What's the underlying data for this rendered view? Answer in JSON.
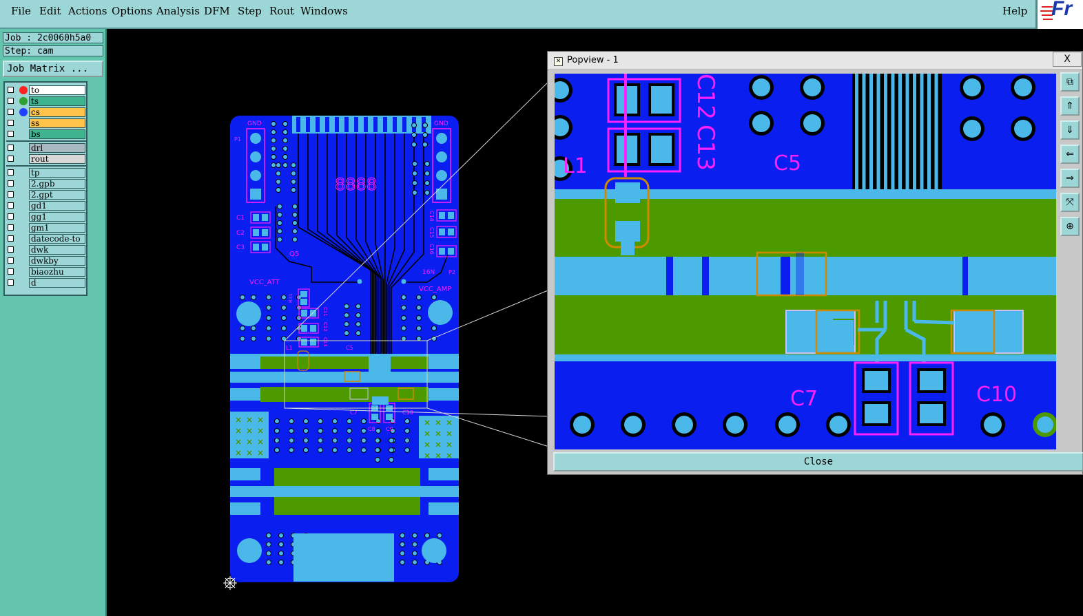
{
  "menubar": {
    "items": [
      "File",
      "Edit",
      "Actions",
      "Options",
      "Analysis",
      "DFM",
      "Step",
      "Rout",
      "Windows"
    ],
    "help": "Help",
    "logo": "Fr"
  },
  "job": {
    "job_label": "Job : 2c0060h5a0",
    "step_label": "Step: cam",
    "job_matrix": "Job Matrix ..."
  },
  "layers": [
    {
      "name": "to",
      "dot": "#ff2020",
      "bg": "#ffffff"
    },
    {
      "name": "ts",
      "dot": "#30a030",
      "bg": "#3fb58f"
    },
    {
      "name": "cs",
      "dot": "#2040ff",
      "bg": "#ffc34a"
    },
    {
      "name": "ss",
      "dot": "",
      "bg": "#ffc34a"
    },
    {
      "name": "bs",
      "dot": "",
      "bg": "#3fb58f"
    },
    {
      "name": "drl",
      "dot": "",
      "bg": "#a8b8c0"
    },
    {
      "name": "rout",
      "dot": "",
      "bg": "#d8d8d8"
    },
    {
      "name": "tp",
      "dot": "",
      "bg": "#9cd6d6"
    },
    {
      "name": "2.gpb",
      "dot": "",
      "bg": "#9cd6d6"
    },
    {
      "name": "2.gpt",
      "dot": "",
      "bg": "#9cd6d6"
    },
    {
      "name": "gd1",
      "dot": "",
      "bg": "#9cd6d6"
    },
    {
      "name": "gg1",
      "dot": "",
      "bg": "#9cd6d6"
    },
    {
      "name": "gm1",
      "dot": "",
      "bg": "#9cd6d6"
    },
    {
      "name": "datecode-to",
      "dot": "",
      "bg": "#9cd6d6"
    },
    {
      "name": "dwk",
      "dot": "",
      "bg": "#9cd6d6"
    },
    {
      "name": "dwkby",
      "dot": "",
      "bg": "#9cd6d6"
    },
    {
      "name": "biaozhu",
      "dot": "",
      "bg": "#9cd6d6"
    },
    {
      "name": "d",
      "dot": "",
      "bg": "#9cd6d6"
    }
  ],
  "board": {
    "labels": {
      "gnd_left": "GND",
      "gnd_right": "GND",
      "p1": "P1",
      "p2": "P2",
      "digits": "8888",
      "c1": "C1",
      "c2": "C2",
      "c3": "C3",
      "c14": "C14",
      "c15": "C15",
      "c16": "C16",
      "q5": "Q5",
      "vcc_att": "VCC_ATT",
      "vcc_amp": "VCC_AMP",
      "l6n": "16N",
      "r31": "R31",
      "c11": "C11",
      "c12": "C12",
      "c13": "C13",
      "l1": "L1",
      "c5": "C5",
      "c7": "C7",
      "c8": "C8",
      "c9": "C9",
      "c10": "C10"
    }
  },
  "popview": {
    "title": "Popview - 1",
    "close_x": "X",
    "close_label": "Close",
    "labels": {
      "c12": "C12",
      "c13": "C13",
      "l1": "L1",
      "c5": "C5",
      "c7": "C7",
      "c10": "C10"
    },
    "toolbar": [
      "zoom-fit-icon",
      "pan-up-icon",
      "pan-down-icon",
      "pan-left-icon",
      "pan-right-icon",
      "zoom-in-icon",
      "zoom-out-icon"
    ]
  },
  "colors": {
    "board": "#0a1ef0",
    "copper": "#4ab8e8",
    "green": "#4c9a00",
    "magenta": "#ff20ff",
    "orange": "#d08a00"
  }
}
